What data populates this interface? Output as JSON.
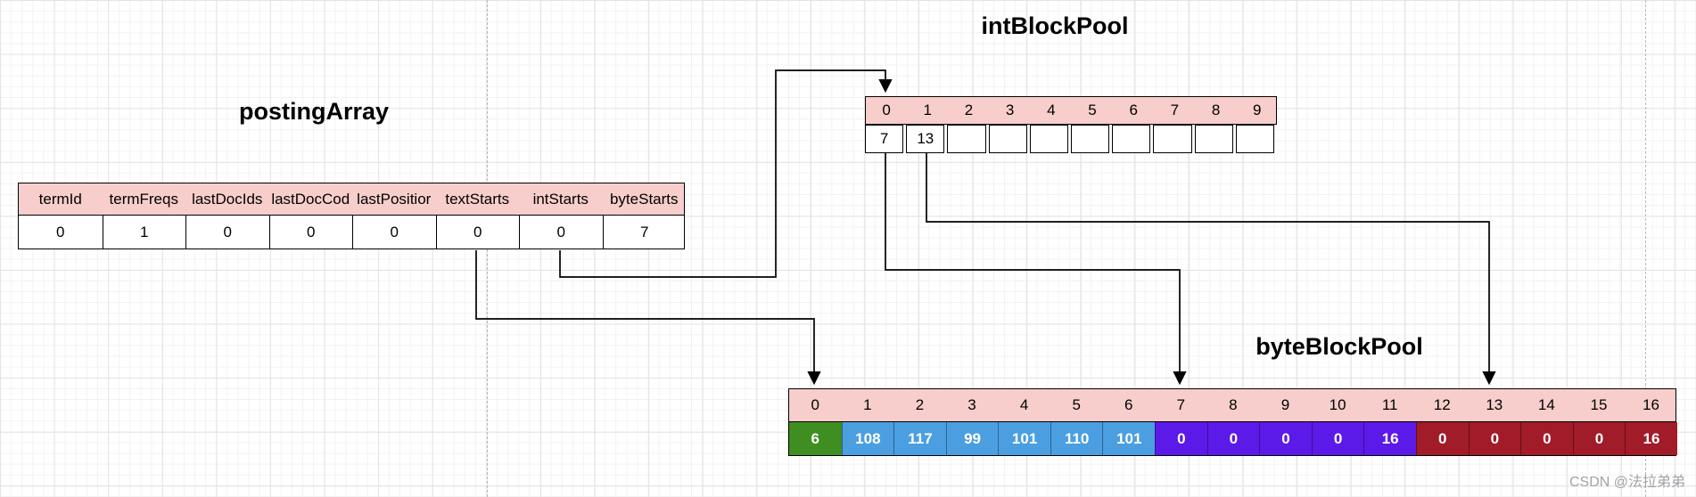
{
  "titles": {
    "posting_array": "postingArray",
    "int_block_pool": "intBlockPool",
    "byte_block_pool": "byteBlockPool"
  },
  "posting_array": {
    "columns": [
      {
        "header": "termId",
        "value": "0"
      },
      {
        "header": "termFreqs",
        "value": "1"
      },
      {
        "header": "lastDocIds",
        "value": "0"
      },
      {
        "header": "lastDocCod",
        "value": "0"
      },
      {
        "header": "lastPositior",
        "value": "0"
      },
      {
        "header": "textStarts",
        "value": "0"
      },
      {
        "header": "intStarts",
        "value": "0"
      },
      {
        "header": "byteStarts",
        "value": "7"
      }
    ]
  },
  "int_block_pool": {
    "cells": [
      {
        "index": "0",
        "value": "7"
      },
      {
        "index": "1",
        "value": "13"
      },
      {
        "index": "2",
        "value": ""
      },
      {
        "index": "3",
        "value": ""
      },
      {
        "index": "4",
        "value": ""
      },
      {
        "index": "5",
        "value": ""
      },
      {
        "index": "6",
        "value": ""
      },
      {
        "index": "7",
        "value": ""
      },
      {
        "index": "8",
        "value": ""
      },
      {
        "index": "9",
        "value": ""
      }
    ]
  },
  "byte_block_pool": {
    "cells": [
      {
        "index": "0",
        "value": "6",
        "color": "green"
      },
      {
        "index": "1",
        "value": "108",
        "color": "blue"
      },
      {
        "index": "2",
        "value": "117",
        "color": "blue"
      },
      {
        "index": "3",
        "value": "99",
        "color": "blue"
      },
      {
        "index": "4",
        "value": "101",
        "color": "blue"
      },
      {
        "index": "5",
        "value": "110",
        "color": "blue"
      },
      {
        "index": "6",
        "value": "101",
        "color": "blue"
      },
      {
        "index": "7",
        "value": "0",
        "color": "purple"
      },
      {
        "index": "8",
        "value": "0",
        "color": "purple"
      },
      {
        "index": "9",
        "value": "0",
        "color": "purple"
      },
      {
        "index": "10",
        "value": "0",
        "color": "purple"
      },
      {
        "index": "11",
        "value": "16",
        "color": "purple"
      },
      {
        "index": "12",
        "value": "0",
        "color": "dark_red"
      },
      {
        "index": "13",
        "value": "0",
        "color": "dark_red"
      },
      {
        "index": "14",
        "value": "0",
        "color": "dark_red"
      },
      {
        "index": "15",
        "value": "0",
        "color": "dark_red"
      },
      {
        "index": "16",
        "value": "16",
        "color": "dark_red"
      }
    ]
  },
  "connections": [
    {
      "from": "postingArray.intStarts (0)",
      "to": "intBlockPool[0]"
    },
    {
      "from": "postingArray.textStarts (0)",
      "to": "byteBlockPool[0]"
    },
    {
      "from": "intBlockPool[0] (7)",
      "to": "byteBlockPool[7]"
    },
    {
      "from": "intBlockPool[1] (13)",
      "to": "byteBlockPool[13]"
    }
  ],
  "colors": {
    "header_fill": "#f7cecb",
    "table_border": "#000000",
    "green": "#3f8e21",
    "blue": "#4b9fe1",
    "purple": "#5c1ae8",
    "dark_red": "#a11b28",
    "grid_minor": "#f2f2f2",
    "grid_major": "#e3e3e3",
    "dashed_divider": "#b9b9b9",
    "watermark_gray": "#9fa3a8"
  },
  "watermark": {
    "text": "CSDN @法拉弟弟"
  }
}
